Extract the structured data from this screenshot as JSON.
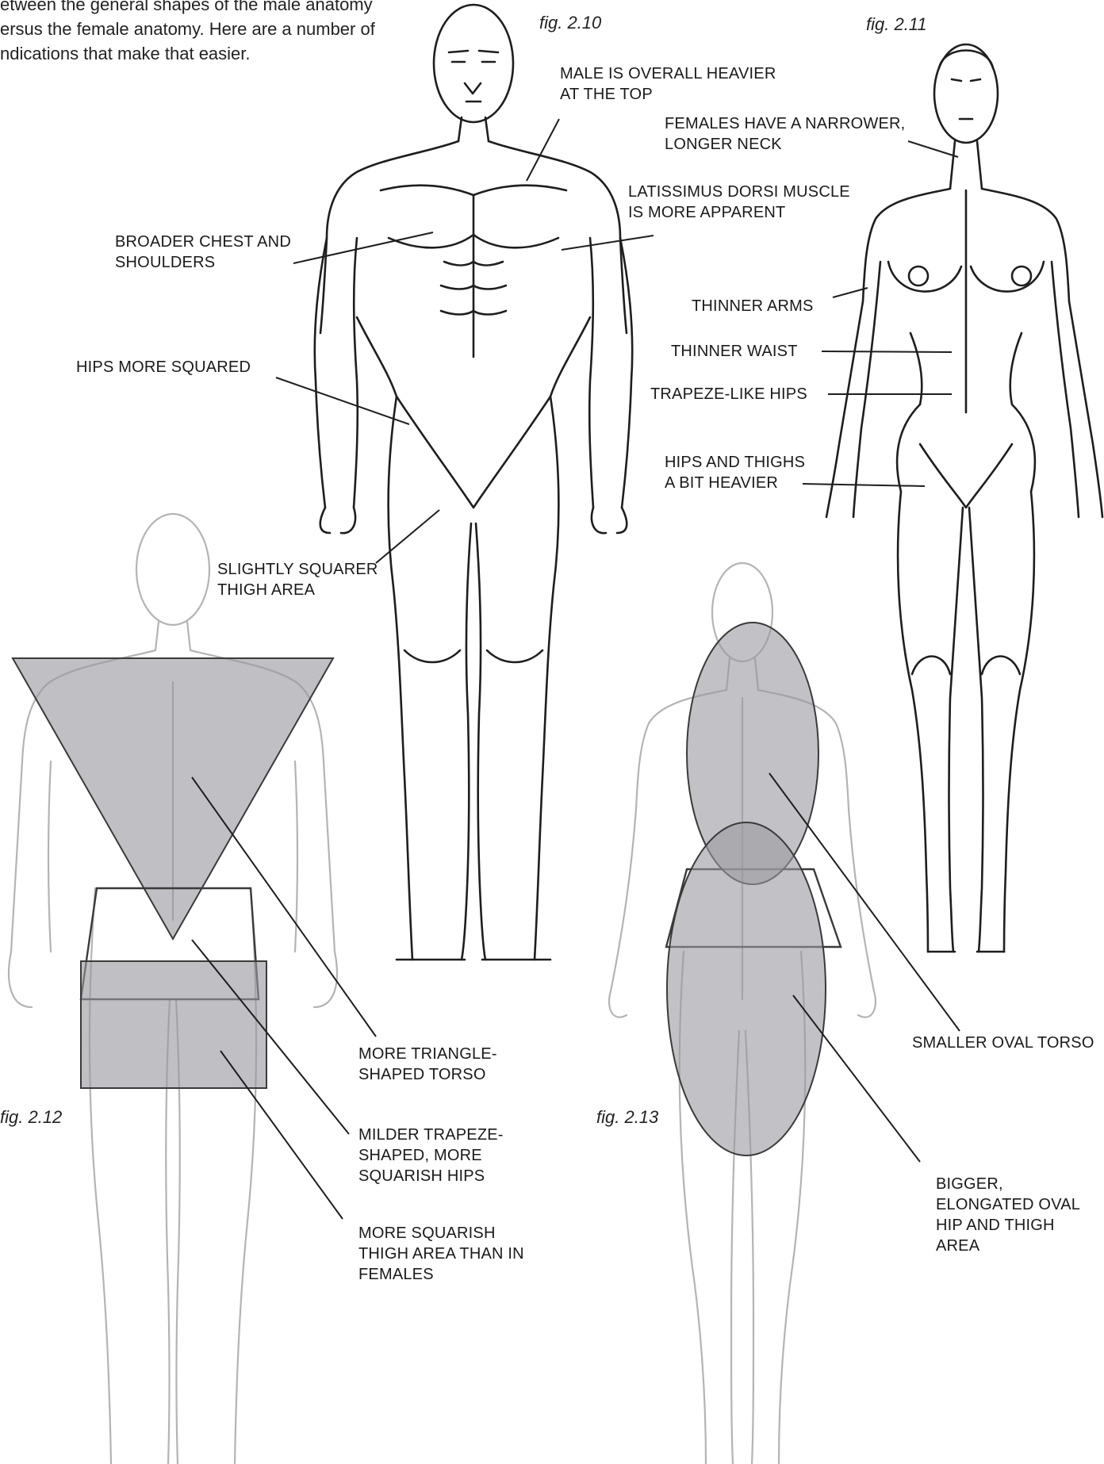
{
  "intro": {
    "lines": [
      "etween the general shapes of the male anatomy",
      "ersus the female anatomy. Here are a number of",
      "ndications that make that easier."
    ]
  },
  "figures": {
    "f210": "fig. 2.10",
    "f211": "fig. 2.11",
    "f212": "fig. 2.12",
    "f213": "fig. 2.13"
  },
  "labels": {
    "male_heavier": "MALE IS OVERALL HEAVIER\nAT THE TOP",
    "narrow_neck": "FEMALES HAVE A NARROWER,\nLONGER NECK",
    "latissimus": "LATISSIMUS DORSI MUSCLE\nIS MORE APPARENT",
    "broad_chest": "BROADER CHEST AND\nSHOULDERS",
    "thinner_arms": "THINNER ARMS",
    "thinner_waist": "THINNER WAIST",
    "hips_squared": "HIPS MORE SQUARED",
    "trapeze_hips": "TRAPEZE-LIKE HIPS",
    "hips_thighs": "HIPS AND THIGHS\nA BIT HEAVIER",
    "squarer_thigh": "SLIGHTLY SQUARER\nTHIGH AREA",
    "triangle_torso": "MORE TRIANGLE-\nSHAPED TORSO",
    "smaller_oval": "SMALLER OVAL TORSO",
    "milder_trapeze": "MILDER TRAPEZE-\nSHAPED, MORE\nSQUARISH HIPS",
    "bigger_oval": "BIGGER,\nELONGATED OVAL\nHIP AND THIGH\nAREA",
    "squarish_thigh": "MORE SQUARISH\nTHIGH AREA THAN IN\nFEMALES"
  },
  "colors": {
    "shape_fill": "#9a9aa0",
    "shape_stroke": "#3a3a3a",
    "ink": "#1e1e1e",
    "faded_ink": "#b4b4b4"
  }
}
